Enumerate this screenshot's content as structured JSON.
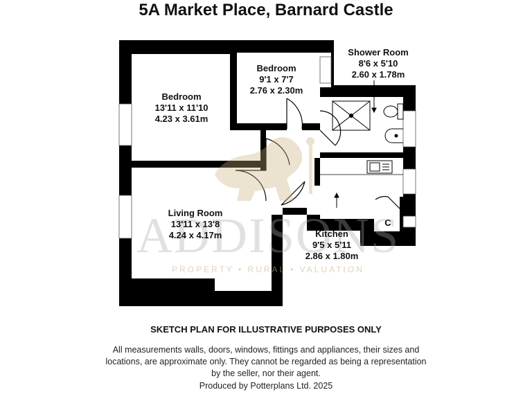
{
  "title": "5A Market Place, Barnard Castle",
  "rooms": {
    "bedroom1": {
      "name": "Bedroom",
      "imperial": "13'11 x 11'10",
      "metric": "4.23 x 3.61m"
    },
    "bedroom2": {
      "name": "Bedroom",
      "imperial": "9'1 x 7'7",
      "metric": "2.76 x 2.30m"
    },
    "shower": {
      "name": "Shower Room",
      "imperial": "8'6 x 5'10",
      "metric": "2.60 x 1.78m"
    },
    "living": {
      "name": "Living Room",
      "imperial": "13'11 x 13'8",
      "metric": "4.24 x 4.17m"
    },
    "kitchen": {
      "name": "Kitchen",
      "imperial": "9'5 x 5'11",
      "metric": "2.86 x 1.80m"
    }
  },
  "cupboard_label": "C",
  "watermark": {
    "name": "ADDISONS",
    "tagline": "PROPERTY • RURAL • VALUATION"
  },
  "disclaimer": {
    "heading": "SKETCH PLAN FOR ILLUSTRATIVE PURPOSES ONLY",
    "body": "All measurements walls, doors, windows, fittings and appliances, their sizes and locations, are approximate only. They cannot be regarded as being a representation by the seller, nor their agent."
  },
  "credit": "Produced by Potterplans Ltd. 2025",
  "colors": {
    "wall": "#000000",
    "window": "#ffffff",
    "watermark": "#c8af78"
  }
}
